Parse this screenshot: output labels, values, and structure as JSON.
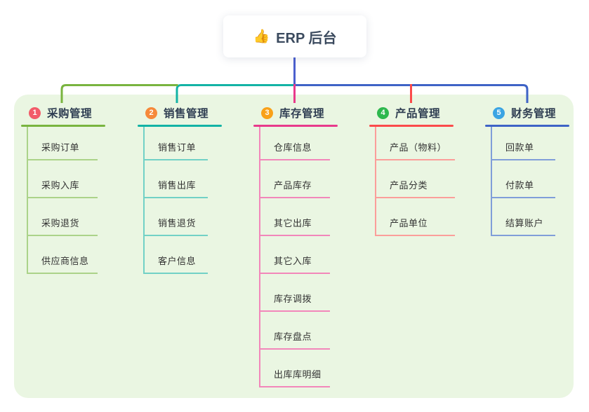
{
  "root": {
    "title": "ERP 后台",
    "icon": "thumbs-up-icon",
    "icon_char": "👍"
  },
  "theme": {
    "panel_bg": "#eaf6e2",
    "root_line": "#4c60ce",
    "header_text": "#2f3e52",
    "item_text": "#333333",
    "card_bg": "#ffffff"
  },
  "branches": [
    {
      "index": "1",
      "label": "采购管理",
      "badge_color": "#f25b69",
      "line_color": "#79b43f",
      "tint_color": "#abd389",
      "items": [
        "采购订单",
        "采购入库",
        "采购退货",
        "供应商信息"
      ]
    },
    {
      "index": "2",
      "label": "销售管理",
      "badge_color": "#f6893a",
      "line_color": "#13b3a5",
      "tint_color": "#72d1c6",
      "items": [
        "销售订单",
        "销售出库",
        "销售退货",
        "客户信息"
      ]
    },
    {
      "index": "3",
      "label": "库存管理",
      "badge_color": "#f9a119",
      "line_color": "#e83a8c",
      "tint_color": "#f287ba",
      "items": [
        "仓库信息",
        "产品库存",
        "其它出库",
        "其它入库",
        "库存调拨",
        "库存盘点",
        "出库库明细"
      ]
    },
    {
      "index": "4",
      "label": "产品管理",
      "badge_color": "#2eb84e",
      "line_color": "#fb4b4b",
      "tint_color": "#fb9e9a",
      "items": [
        "产品（物料）",
        "产品分类",
        "产品单位"
      ]
    },
    {
      "index": "5",
      "label": "财务管理",
      "badge_color": "#3ba4e3",
      "line_color": "#3e63c6",
      "tint_color": "#809ed9",
      "items": [
        "回款单",
        "付款单",
        "结算账户"
      ]
    }
  ]
}
